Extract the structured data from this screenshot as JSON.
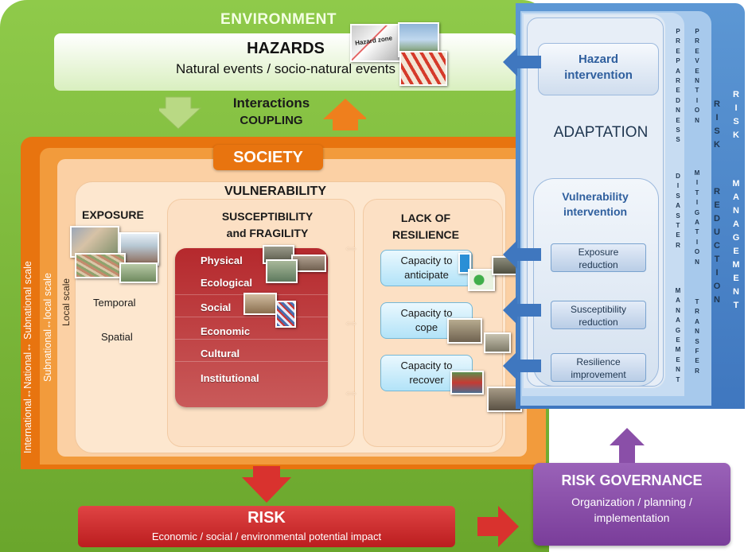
{
  "environment": {
    "title": "ENVIRONMENT"
  },
  "hazards": {
    "title": "HAZARDS",
    "subtitle": "Natural events / socio-natural events",
    "photo_sign_text": "Hazard zone"
  },
  "interactions": {
    "line1": "Interactions",
    "line2": "COUPLING"
  },
  "society": {
    "title": "SOCIETY"
  },
  "scales": {
    "outer": "International↔National↔ Subnational scale",
    "middle": "Subnational↔local scale",
    "inner": "Local scale"
  },
  "vulnerability": {
    "title": "VULNERABILITY"
  },
  "exposure": {
    "title": "EXPOSURE",
    "temporal": "Temporal",
    "spatial": "Spatial"
  },
  "susceptibility": {
    "title_line1": "SUSCEPTIBILITY",
    "title_line2": "and FRAGILITY",
    "factors": [
      "Physical",
      "Ecological",
      "Social",
      "Economic",
      "Cultural",
      "Institutional"
    ]
  },
  "resilience": {
    "title_line1": "LACK OF",
    "title_line2": "RESILIENCE",
    "capacities": [
      {
        "line1": "Capacity to",
        "line2": "anticipate"
      },
      {
        "line1": "Capacity to",
        "line2": "cope"
      },
      {
        "line1": "Capacity to",
        "line2": "recover"
      }
    ]
  },
  "risk": {
    "title": "RISK",
    "subtitle": "Economic / social / environmental potential impact"
  },
  "risk_governance": {
    "title": "RISK GOVERNANCE",
    "line1": "Organization / planning /",
    "line2": "implementation"
  },
  "adaptation": {
    "title": "ADAPTATION",
    "hazard_intervention": {
      "line1": "Hazard",
      "line2": "intervention"
    },
    "vulnerability_intervention": {
      "line1": "Vulnerability",
      "line2": "intervention"
    },
    "items": [
      {
        "line1": "Exposure",
        "line2": "reduction"
      },
      {
        "line1": "Susceptibility",
        "line2": "reduction"
      },
      {
        "line1": "Resilience",
        "line2": "improvement"
      }
    ]
  },
  "vertical_labels": {
    "preparedness": "PREPAREDNESS",
    "disaster": "DISASTER",
    "management": "MANAGEMENT",
    "prevention": "PREVENTION",
    "mitigation": "MITIGATION",
    "transfer": "TRANSFER",
    "risk1": "RISK",
    "reduction": "REDUCTION",
    "risk2": "RISK",
    "management2": "MANAGEMENT"
  },
  "colors": {
    "environment": "#7ab63a",
    "society": "#e8740f",
    "risk": "#c8262a",
    "governance": "#8a4fa8",
    "drm": "#4a84c8",
    "capacity": "#bde6f8"
  }
}
